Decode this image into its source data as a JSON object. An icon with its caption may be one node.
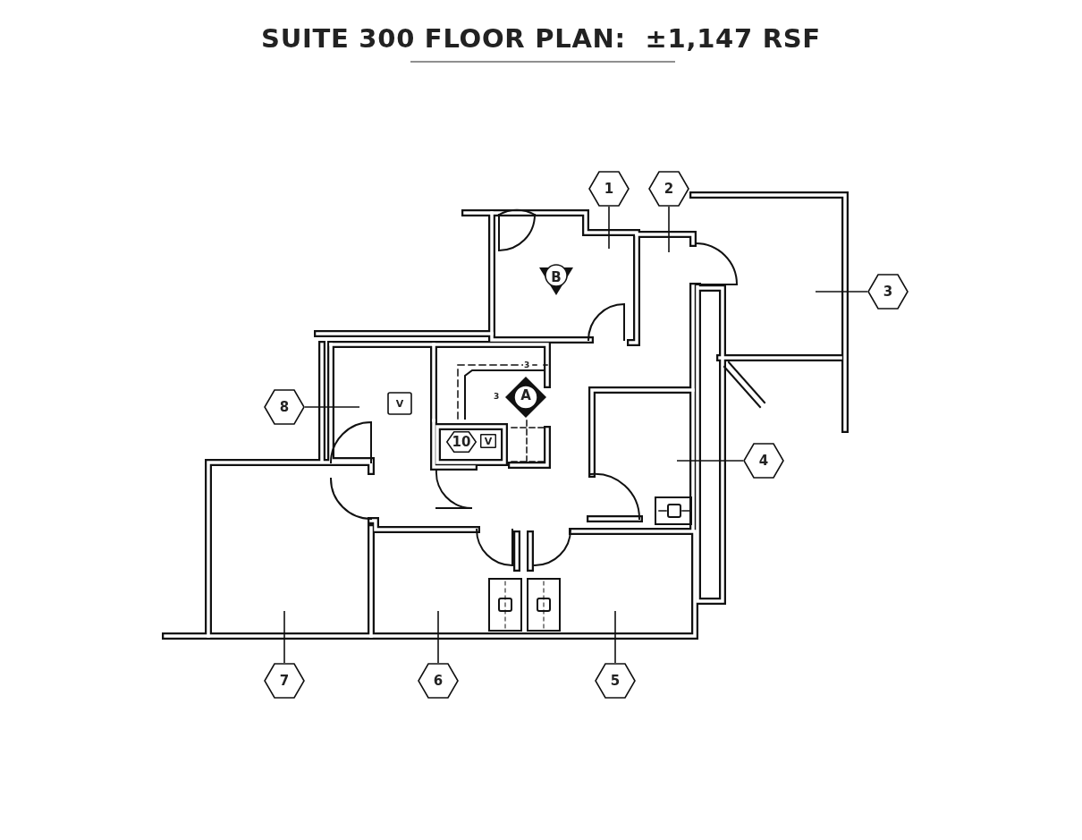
{
  "diagram": {
    "title": "SUITE 300 FLOOR PLAN:  ±1,147 RSF",
    "nodes": [
      {
        "text": [
          "1"
        ]
      },
      {
        "text": [
          "2"
        ]
      },
      {
        "text": [
          "B"
        ]
      },
      {
        "text": [
          "3"
        ]
      },
      {
        "text": [
          "8"
        ]
      },
      {
        "text": [
          "V"
        ]
      },
      {
        "text": [
          "A"
        ]
      },
      {
        "text": [
          "10"
        ]
      },
      {
        "text": [
          "V"
        ]
      },
      {
        "text": [
          "4"
        ]
      },
      {
        "text": [
          "7"
        ]
      },
      {
        "text": [
          "6"
        ]
      },
      {
        "text": [
          "5"
        ]
      }
    ],
    "edges": [
      {
        "from": 0,
        "to": null,
        "arrow": "none"
      },
      {
        "from": 1,
        "to": null,
        "arrow": "none"
      },
      {
        "from": 3,
        "to": null,
        "arrow": "none"
      },
      {
        "from": 4,
        "to": null,
        "arrow": "none"
      },
      {
        "from": 9,
        "to": null,
        "arrow": "none"
      },
      {
        "from": 10,
        "to": null,
        "arrow": "none"
      },
      {
        "from": 11,
        "to": null,
        "arrow": "none"
      },
      {
        "from": 12,
        "to": null,
        "arrow": "none"
      }
    ],
    "labels": [
      "3",
      "3"
    ]
  }
}
